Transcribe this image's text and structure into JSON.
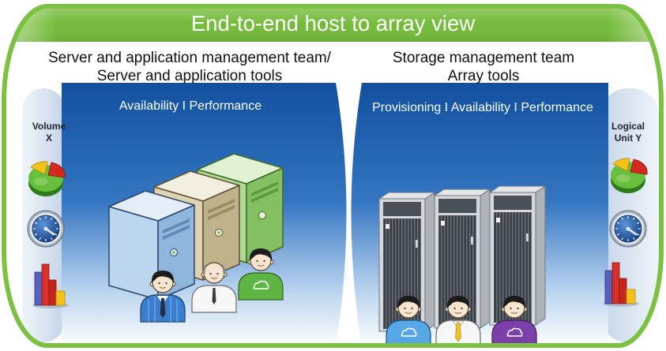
{
  "title": "End-to-end host to array view",
  "left_section": {
    "header": [
      "Server and application management team/",
      "Server and application tools"
    ],
    "caption": "Availability I Performance",
    "side_label": [
      "Volume",
      "X"
    ],
    "side_icons": [
      "pie-chart-icon",
      "gauge-icon",
      "bar-chart-icon"
    ],
    "illustration_icons": [
      "server-tower-icon",
      "server-tower-icon",
      "server-tower-icon",
      "person-icon",
      "person-icon",
      "person-icon"
    ]
  },
  "right_section": {
    "header": [
      "Storage management team",
      "Array tools"
    ],
    "caption": "Provisioning I Availability I Performance",
    "side_label": [
      "Logical",
      "Unit Y"
    ],
    "side_icons": [
      "pie-chart-icon",
      "gauge-icon",
      "bar-chart-icon"
    ],
    "illustration_icons": [
      "storage-array-icon",
      "storage-array-icon",
      "storage-array-icon",
      "person-icon",
      "person-icon",
      "person-icon"
    ]
  },
  "colors": {
    "frame": "#7cc142",
    "banner": "#74bb3b",
    "banner_edge": "#c2e3a2",
    "panel_top": "#11509f",
    "panel_mid": "#3476c2",
    "panel_low": "#b7d2ee",
    "title_text": "#ffffff",
    "header_text": "#111111"
  }
}
